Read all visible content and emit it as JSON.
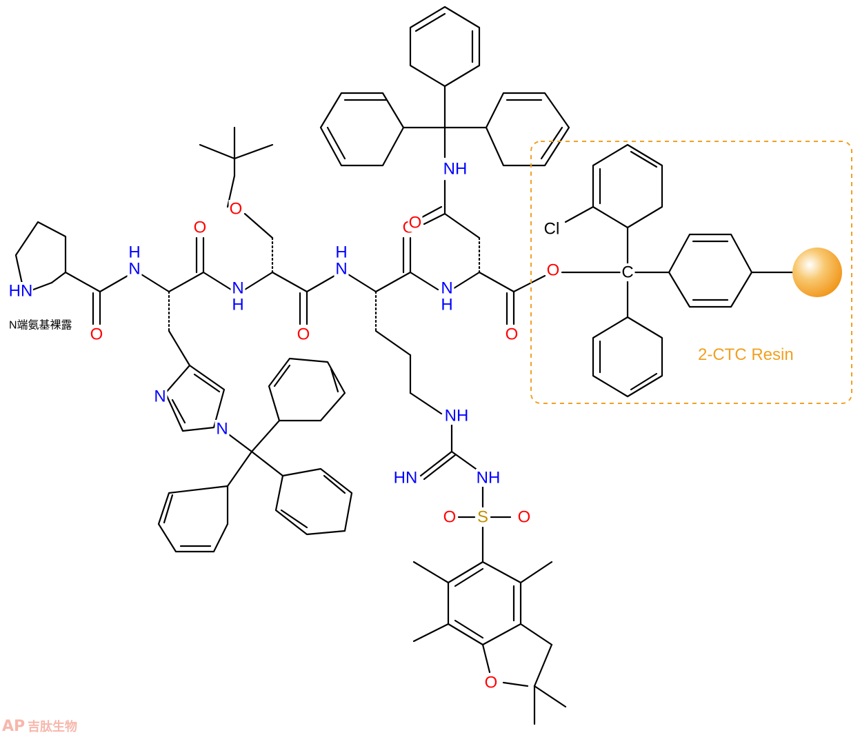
{
  "colors": {
    "bond": "#000000",
    "nitrogen": "#0000FF",
    "oxygen": "#FF0000",
    "sulfur": "#C09000",
    "chlorine": "#000000",
    "carbon": "#000000",
    "resin": "#F0A020",
    "resin_bead": "#F5A623",
    "watermark": "#F7B7AC"
  },
  "atoms": {
    "pro_nh": "HN",
    "his_nh": "H\nN",
    "his_o": "O",
    "ser_nh": "N\nH",
    "ser_o": "O",
    "ser_ether_o": "O",
    "arg_nh": "H\nN",
    "arg_o": "O",
    "asn_nh": "N\nH",
    "asn_side_o": "O",
    "asn_side_nh": "NH",
    "asn_ester_o_double": "O",
    "ester_o": "O",
    "pro_o": "O",
    "his_ring_n": "N",
    "his_ring_n1": "N",
    "arg_guan_nh": "NH",
    "arg_hn": "HN",
    "arg_so2_nh": "NH",
    "sulfonyl_s": "S",
    "sulfonyl_o_left": "O",
    "sulfonyl_o_right": "O",
    "furan_o": "O",
    "cl": "Cl",
    "trityl_c": "C"
  },
  "annotations": {
    "n_terminus_note": "N端氨基裸露",
    "resin_label": "2-CTC Resin"
  },
  "watermark": {
    "logo_text": "AP",
    "company": "吉肽生物"
  }
}
